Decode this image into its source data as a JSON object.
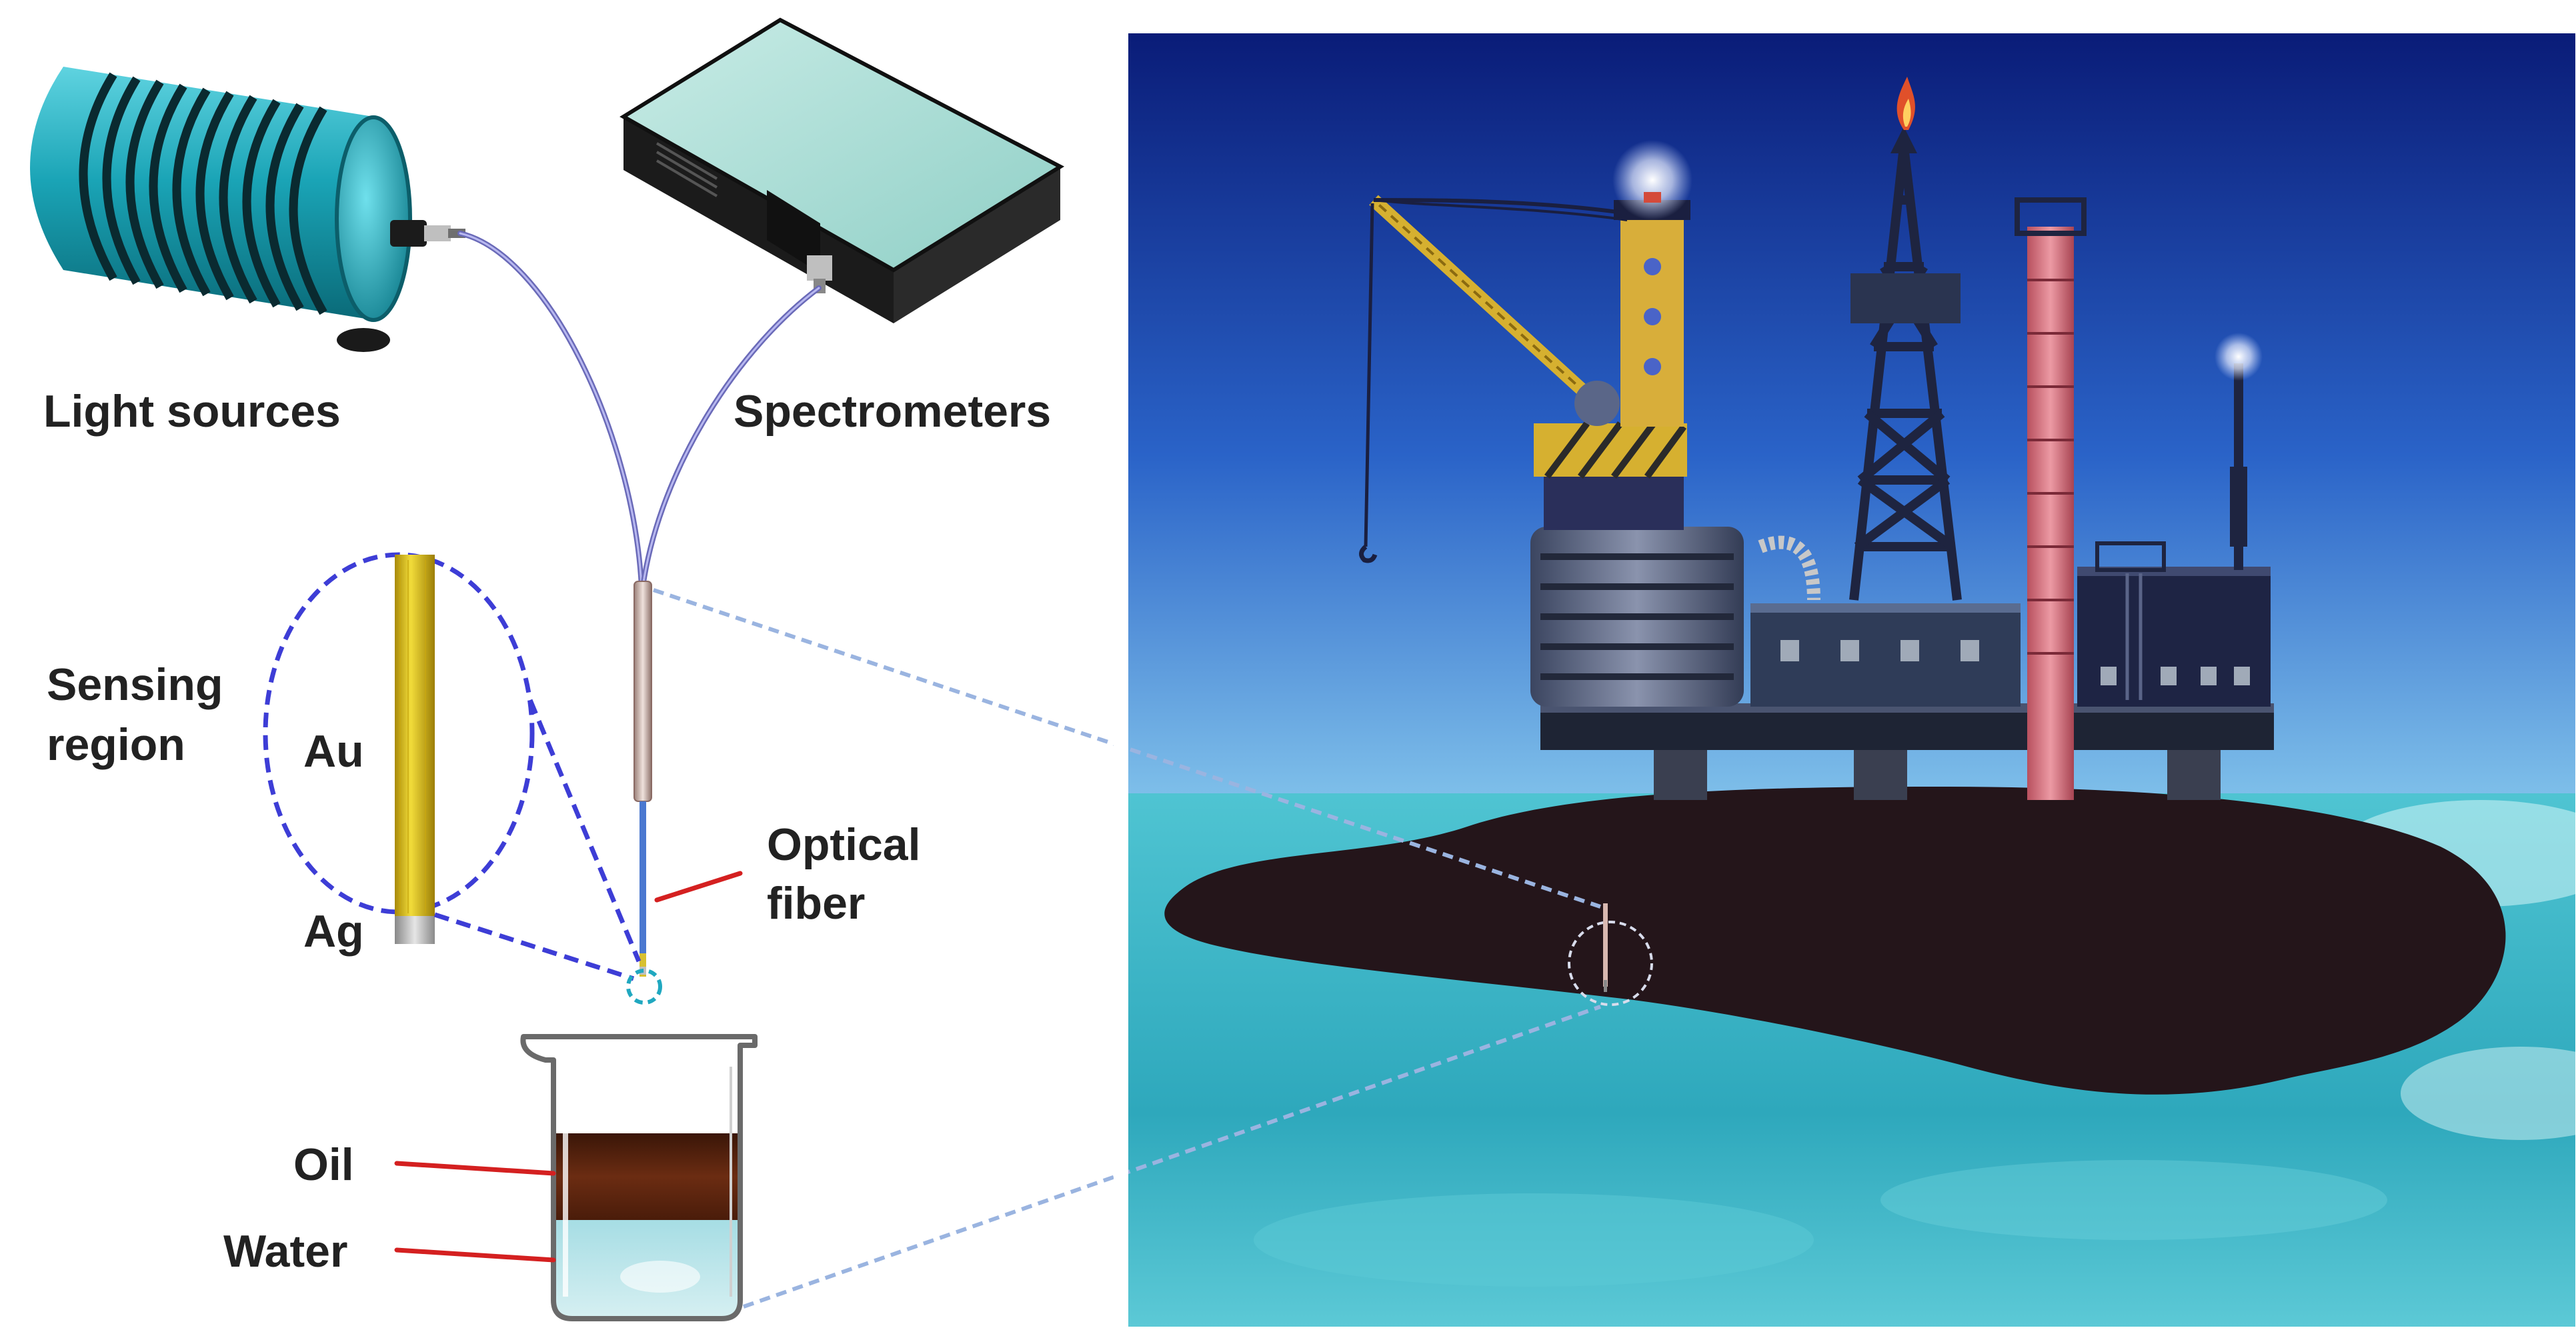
{
  "labels": {
    "light_sources": "Light sources",
    "spectrometers": "Spectrometers",
    "sensing_region_line1": "Sensing",
    "sensing_region_line2": "region",
    "au": "Au",
    "ag": "Ag",
    "optical_fiber_line1": "Optical",
    "optical_fiber_line2": "fiber",
    "oil": "Oil",
    "water": "Water"
  },
  "colors": {
    "device_teal": "#1fa6b8",
    "fiber": "#7f7fc8",
    "gold_layer": "#e0c020",
    "silver_layer": "#b8b8b8",
    "dashed_zoom": "#3d3dd6",
    "callout_red": "#d42020",
    "oil": "#5a2410",
    "water": "#b9e4ea",
    "sky_top": "#0b1f7a",
    "sea": "#3fb8c8",
    "oil_slick": "#24151a"
  },
  "icons": {
    "light_source": "light-source-device-icon",
    "spectrometer": "spectrometer-device-icon",
    "beaker": "beaker-icon",
    "oil_platform": "offshore-oil-platform-icon"
  }
}
